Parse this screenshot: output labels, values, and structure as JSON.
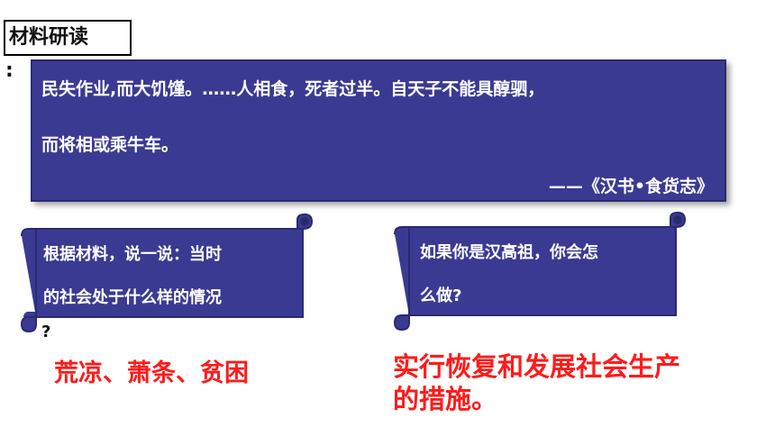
{
  "title": "材料研读",
  "colon": ":",
  "quote": {
    "line1": "民失作业,而大饥馑。……人相食，死者过半。自天子不能具醇驷，",
    "line2": "而将相或乘牛车。",
    "source": "——《汉书•食货志》"
  },
  "question1": {
    "line1": "根据材料，说一说：当时",
    "line2": "的社会处于什么样的情况",
    "trailing": "?"
  },
  "question2": {
    "line1": "如果你是汉高祖，你会怎",
    "line2": "么做?"
  },
  "answer1": "荒凉、萧条、贫困",
  "answer2": {
    "line1": "实行恢复和发展社会生产",
    "line2": "的措施。"
  },
  "colors": {
    "panel": "#3b3a93",
    "answer": "#ff1a1a"
  }
}
